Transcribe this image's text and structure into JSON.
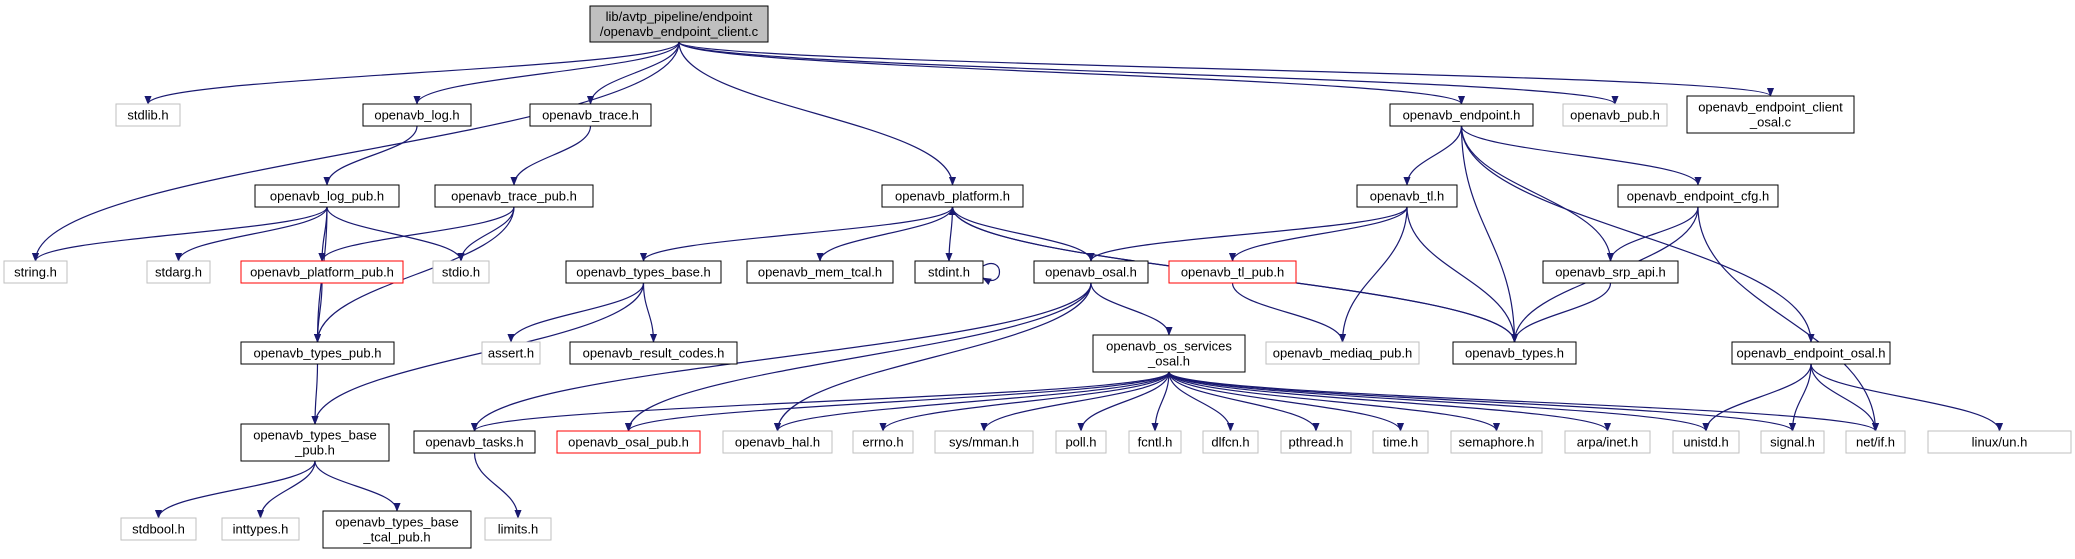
{
  "colors": {
    "edge": "#191970",
    "border_normal": "#000000",
    "border_external": "#bfbfbf",
    "border_red": "#ff0000",
    "fill_root": "#bfbfbf",
    "fill_default": "#ffffff"
  },
  "nodes": {
    "root": {
      "lines": [
        "lib/avtp_pipeline/endpoint",
        "/openavb_endpoint_client.c"
      ],
      "style": "root"
    },
    "stdlib": {
      "lines": [
        "stdlib.h"
      ],
      "style": "external"
    },
    "log": {
      "lines": [
        "openavb_log.h"
      ],
      "style": "normal"
    },
    "trace": {
      "lines": [
        "openavb_trace.h"
      ],
      "style": "normal"
    },
    "endpoint": {
      "lines": [
        "openavb_endpoint.h"
      ],
      "style": "normal"
    },
    "pub": {
      "lines": [
        "openavb_pub.h"
      ],
      "style": "external"
    },
    "client_osal": {
      "lines": [
        "openavb_endpoint_client",
        "_osal.c"
      ],
      "style": "normal"
    },
    "log_pub": {
      "lines": [
        "openavb_log_pub.h"
      ],
      "style": "normal"
    },
    "trace_pub": {
      "lines": [
        "openavb_trace_pub.h"
      ],
      "style": "normal"
    },
    "platform": {
      "lines": [
        "openavb_platform.h"
      ],
      "style": "normal"
    },
    "tl": {
      "lines": [
        "openavb_tl.h"
      ],
      "style": "normal"
    },
    "endpoint_cfg": {
      "lines": [
        "openavb_endpoint_cfg.h"
      ],
      "style": "normal"
    },
    "string": {
      "lines": [
        "string.h"
      ],
      "style": "external"
    },
    "stdarg": {
      "lines": [
        "stdarg.h"
      ],
      "style": "external"
    },
    "platform_pub": {
      "lines": [
        "openavb_platform_pub.h"
      ],
      "style": "red"
    },
    "stdio": {
      "lines": [
        "stdio.h"
      ],
      "style": "external"
    },
    "types_base": {
      "lines": [
        "openavb_types_base.h"
      ],
      "style": "normal"
    },
    "mem_tcal": {
      "lines": [
        "openavb_mem_tcal.h"
      ],
      "style": "normal"
    },
    "stdint": {
      "lines": [
        "stdint.h"
      ],
      "style": "normal"
    },
    "osal": {
      "lines": [
        "openavb_osal.h"
      ],
      "style": "normal"
    },
    "tl_pub": {
      "lines": [
        "openavb_tl_pub.h"
      ],
      "style": "red"
    },
    "srp_api": {
      "lines": [
        "openavb_srp_api.h"
      ],
      "style": "normal"
    },
    "types_pub": {
      "lines": [
        "openavb_types_pub.h"
      ],
      "style": "normal"
    },
    "assert": {
      "lines": [
        "assert.h"
      ],
      "style": "external"
    },
    "result_codes": {
      "lines": [
        "openavb_result_codes.h"
      ],
      "style": "normal"
    },
    "os_services": {
      "lines": [
        "openavb_os_services",
        "_osal.h"
      ],
      "style": "normal"
    },
    "mediaq_pub": {
      "lines": [
        "openavb_mediaq_pub.h"
      ],
      "style": "external"
    },
    "types": {
      "lines": [
        "openavb_types.h"
      ],
      "style": "normal"
    },
    "endpoint_osal": {
      "lines": [
        "openavb_endpoint_osal.h"
      ],
      "style": "normal"
    },
    "types_base_pub": {
      "lines": [
        "openavb_types_base",
        "_pub.h"
      ],
      "style": "normal"
    },
    "tasks": {
      "lines": [
        "openavb_tasks.h"
      ],
      "style": "normal"
    },
    "osal_pub": {
      "lines": [
        "openavb_osal_pub.h"
      ],
      "style": "red"
    },
    "hal": {
      "lines": [
        "openavb_hal.h"
      ],
      "style": "external"
    },
    "errno": {
      "lines": [
        "errno.h"
      ],
      "style": "external"
    },
    "sysmman": {
      "lines": [
        "sys/mman.h"
      ],
      "style": "external"
    },
    "poll": {
      "lines": [
        "poll.h"
      ],
      "style": "external"
    },
    "fcntl": {
      "lines": [
        "fcntl.h"
      ],
      "style": "external"
    },
    "dlfcn": {
      "lines": [
        "dlfcn.h"
      ],
      "style": "external"
    },
    "pthread": {
      "lines": [
        "pthread.h"
      ],
      "style": "external"
    },
    "time": {
      "lines": [
        "time.h"
      ],
      "style": "external"
    },
    "semaphore": {
      "lines": [
        "semaphore.h"
      ],
      "style": "external"
    },
    "arpainet": {
      "lines": [
        "arpa/inet.h"
      ],
      "style": "external"
    },
    "unistd": {
      "lines": [
        "unistd.h"
      ],
      "style": "external"
    },
    "signal": {
      "lines": [
        "signal.h"
      ],
      "style": "external"
    },
    "netif": {
      "lines": [
        "net/if.h"
      ],
      "style": "external"
    },
    "linuxun": {
      "lines": [
        "linux/un.h"
      ],
      "style": "external"
    },
    "stdbool": {
      "lines": [
        "stdbool.h"
      ],
      "style": "external"
    },
    "inttypes": {
      "lines": [
        "inttypes.h"
      ],
      "style": "external"
    },
    "types_base_tcal_pub": {
      "lines": [
        "openavb_types_base",
        "_tcal_pub.h"
      ],
      "style": "normal"
    },
    "limits": {
      "lines": [
        "limits.h"
      ],
      "style": "external"
    }
  },
  "edges": [
    [
      "root",
      "stdlib"
    ],
    [
      "root",
      "log"
    ],
    [
      "root",
      "trace"
    ],
    [
      "root",
      "platform"
    ],
    [
      "root",
      "endpoint"
    ],
    [
      "root",
      "pub"
    ],
    [
      "root",
      "client_osal"
    ],
    [
      "root",
      "string"
    ],
    [
      "log",
      "log_pub"
    ],
    [
      "log_pub",
      "string"
    ],
    [
      "log_pub",
      "stdarg"
    ],
    [
      "log_pub",
      "platform_pub"
    ],
    [
      "log_pub",
      "stdio"
    ],
    [
      "log_pub",
      "types_pub"
    ],
    [
      "trace",
      "trace_pub"
    ],
    [
      "trace_pub",
      "platform_pub"
    ],
    [
      "trace_pub",
      "stdio"
    ],
    [
      "trace_pub",
      "types_pub"
    ],
    [
      "platform_pub",
      "types_pub"
    ],
    [
      "types_pub",
      "types_base_pub"
    ],
    [
      "types_base_pub",
      "stdbool"
    ],
    [
      "types_base_pub",
      "inttypes"
    ],
    [
      "types_base_pub",
      "types_base_tcal_pub"
    ],
    [
      "platform",
      "types_base"
    ],
    [
      "platform",
      "mem_tcal"
    ],
    [
      "platform",
      "stdint"
    ],
    [
      "platform",
      "osal"
    ],
    [
      "platform",
      "types"
    ],
    [
      "types_base",
      "assert"
    ],
    [
      "types_base",
      "result_codes"
    ],
    [
      "types_base",
      "types_base_pub"
    ],
    [
      "stdint",
      "stdint"
    ],
    [
      "osal",
      "tasks"
    ],
    [
      "osal",
      "osal_pub"
    ],
    [
      "osal",
      "hal"
    ],
    [
      "osal",
      "os_services"
    ],
    [
      "os_services",
      "tasks"
    ],
    [
      "os_services",
      "osal_pub"
    ],
    [
      "os_services",
      "hal"
    ],
    [
      "os_services",
      "errno"
    ],
    [
      "os_services",
      "sysmman"
    ],
    [
      "os_services",
      "poll"
    ],
    [
      "os_services",
      "fcntl"
    ],
    [
      "os_services",
      "dlfcn"
    ],
    [
      "os_services",
      "pthread"
    ],
    [
      "os_services",
      "time"
    ],
    [
      "os_services",
      "semaphore"
    ],
    [
      "os_services",
      "arpainet"
    ],
    [
      "os_services",
      "unistd"
    ],
    [
      "os_services",
      "signal"
    ],
    [
      "os_services",
      "netif"
    ],
    [
      "tasks",
      "limits"
    ],
    [
      "endpoint",
      "tl"
    ],
    [
      "endpoint",
      "endpoint_cfg"
    ],
    [
      "endpoint",
      "srp_api"
    ],
    [
      "endpoint",
      "types"
    ],
    [
      "endpoint",
      "endpoint_osal"
    ],
    [
      "tl",
      "osal"
    ],
    [
      "tl",
      "tl_pub"
    ],
    [
      "tl",
      "mediaq_pub"
    ],
    [
      "tl",
      "types"
    ],
    [
      "tl_pub",
      "mediaq_pub"
    ],
    [
      "endpoint_cfg",
      "srp_api"
    ],
    [
      "endpoint_cfg",
      "types"
    ],
    [
      "endpoint_cfg",
      "netif"
    ],
    [
      "srp_api",
      "types"
    ],
    [
      "types",
      "platform"
    ],
    [
      "endpoint_osal",
      "unistd"
    ],
    [
      "endpoint_osal",
      "signal"
    ],
    [
      "endpoint_osal",
      "netif"
    ],
    [
      "endpoint_osal",
      "linuxun"
    ]
  ]
}
